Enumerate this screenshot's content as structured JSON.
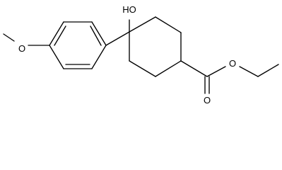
{
  "molecule": {
    "atom_labels": {
      "hydroxyl": "HO",
      "methoxy_oxygen": "O",
      "carbonyl_oxygen": "O",
      "ester_oxygen": "O"
    },
    "colors": {
      "bond": "#000000",
      "background": "#ffffff"
    }
  }
}
